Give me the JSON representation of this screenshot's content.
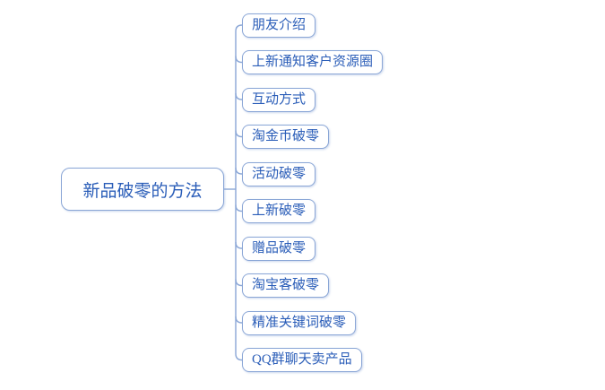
{
  "diagram": {
    "title": "新品破零的方法 mind map",
    "root": {
      "label": "新品破零的方法"
    },
    "children": [
      {
        "label": "朋友介绍"
      },
      {
        "label": "上新通知客户资源圈"
      },
      {
        "label": "互动方式"
      },
      {
        "label": "淘金币破零"
      },
      {
        "label": "活动破零"
      },
      {
        "label": "上新破零"
      },
      {
        "label": "赠品破零"
      },
      {
        "label": "淘宝客破零"
      },
      {
        "label": "精准关键词破零"
      },
      {
        "label": "QQ群聊天卖产品"
      }
    ],
    "colors": {
      "text": "#2a5db8",
      "node_border": "#8aa6d6",
      "connector": "#8aa6d6",
      "background": "#ffffff"
    }
  }
}
